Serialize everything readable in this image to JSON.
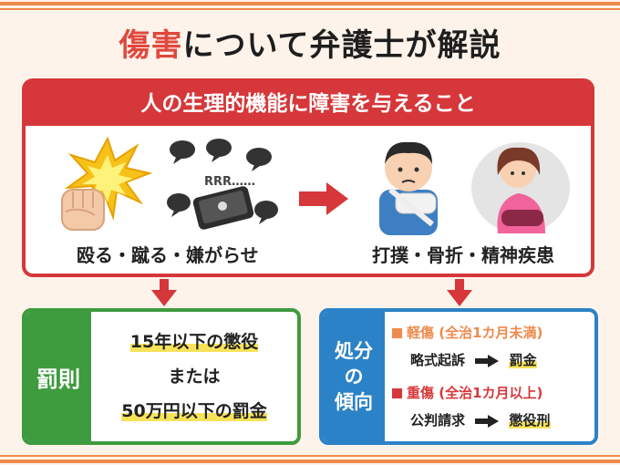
{
  "title": {
    "highlight": "傷害",
    "rest": "について弁護士が解説"
  },
  "definition_banner": "人の生理的機能に障害を与えること",
  "acts_caption": "殴る・蹴る・嫌がらせ",
  "results_caption": "打撲・骨折・精神疾患",
  "phone_text": "RRR……",
  "penalty": {
    "label": "罰則",
    "lines": [
      "15年以下の懲役",
      "または",
      "50万円以下の罰金"
    ]
  },
  "tendency": {
    "label_lines": [
      "処分",
      "の",
      "傾向"
    ],
    "light": {
      "heading": "軽傷 (全治1カ月未満)",
      "from": "略式起訴",
      "to": "罰金",
      "color": "#ef8a4c"
    },
    "heavy": {
      "heading": "重傷 (全治1カ月以上)",
      "from": "公判請求",
      "to": "懲役刑",
      "color": "#d6373a"
    }
  }
}
